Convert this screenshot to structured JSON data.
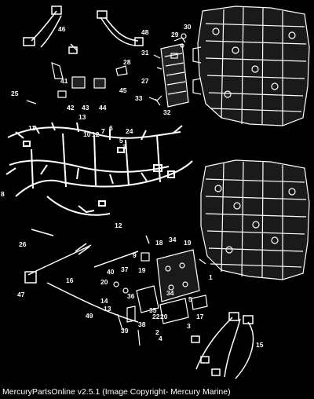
{
  "diagram": {
    "callouts": [
      "46",
      "48",
      "29",
      "30",
      "31",
      "28",
      "27",
      "45",
      "41",
      "42",
      "43",
      "44",
      "25",
      "33",
      "32",
      "11",
      "13",
      "10",
      "12",
      "7",
      "6",
      "24",
      "5",
      "3",
      "8",
      "12",
      "26",
      "9",
      "18",
      "34",
      "19",
      "47",
      "16",
      "40",
      "37",
      "20",
      "36",
      "19",
      "1",
      "34",
      "35",
      "14",
      "13",
      "49",
      "38",
      "39",
      "22",
      "20",
      "2",
      "4",
      "3",
      "17",
      "15",
      "5"
    ],
    "caption": "MercuryPartsOnline v2.5.1 (Image Copyright- Mercury Marine)"
  }
}
